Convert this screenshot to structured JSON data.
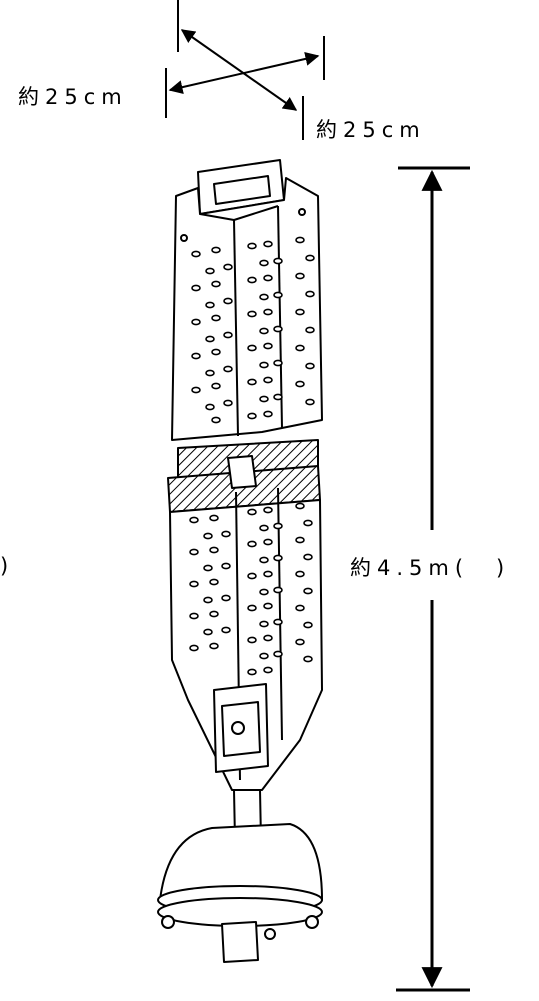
{
  "labels": {
    "width_left": "約25cm",
    "width_right": "約25cm",
    "height": "約4.5m(　)",
    "stray_paren": ")"
  },
  "colors": {
    "line": "#000000",
    "background": "#ffffff"
  }
}
